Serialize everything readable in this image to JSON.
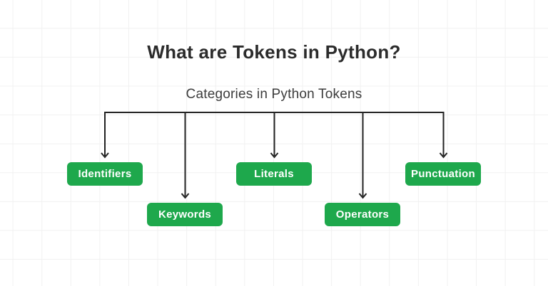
{
  "diagram": {
    "title": "What are Tokens in Python?",
    "subtitle": "Categories in Python Tokens",
    "nodes": [
      {
        "label": "Identifiers"
      },
      {
        "label": "Keywords"
      },
      {
        "label": "Literals"
      },
      {
        "label": "Operators"
      },
      {
        "label": "Punctuation"
      }
    ],
    "colors": {
      "node_bg": "#1ea84c",
      "node_text": "#ffffff",
      "line": "#222222",
      "title": "#2b2b2b",
      "subtitle": "#3c3c3c",
      "grid": "#f1f1f1"
    }
  }
}
